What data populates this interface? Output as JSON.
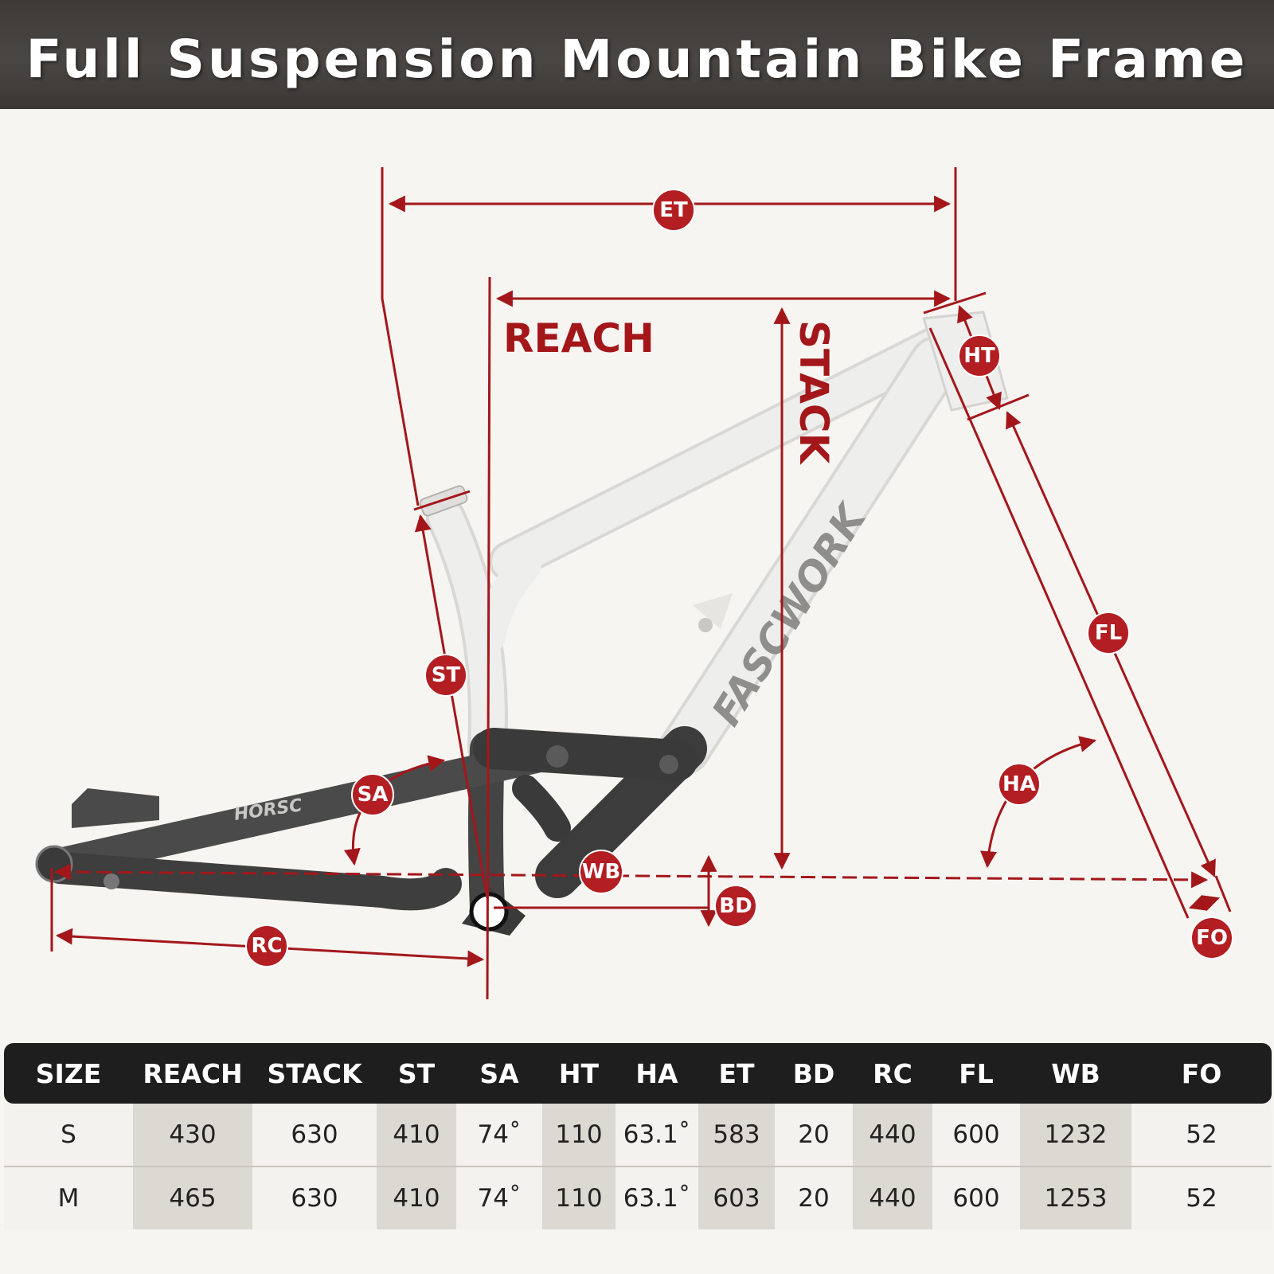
{
  "title": "Full Suspension Mountain Bike Frame",
  "brand": {
    "downtube": "FASCWORK",
    "stay": "HORSC"
  },
  "colors": {
    "accent": "#b21e22",
    "dimension_line": "#a3171b",
    "header_bg": "#1e1e1e",
    "frame_white": "#ececea",
    "frame_black": "#3a3a3a"
  },
  "dimension_labels": {
    "et": "ET",
    "reach": "REACH",
    "stack": "STACK",
    "ht": "HT",
    "st": "ST",
    "sa": "SA",
    "ha": "HA",
    "fl": "FL",
    "wb": "WB",
    "bd": "BD",
    "rc": "RC",
    "fo": "FO"
  },
  "geometry_table": {
    "columns": [
      "SIZE",
      "REACH",
      "STACK",
      "ST",
      "SA",
      "HT",
      "HA",
      "ET",
      "BD",
      "RC",
      "FL",
      "WB",
      "FO"
    ],
    "rows": [
      [
        "S",
        "430",
        "630",
        "410",
        "74˚",
        "110",
        "63.1˚",
        "583",
        "20",
        "440",
        "600",
        "1232",
        "52"
      ],
      [
        "M",
        "465",
        "630",
        "410",
        "74˚",
        "110",
        "63.1˚",
        "603",
        "20",
        "440",
        "600",
        "1253",
        "52"
      ]
    ]
  }
}
